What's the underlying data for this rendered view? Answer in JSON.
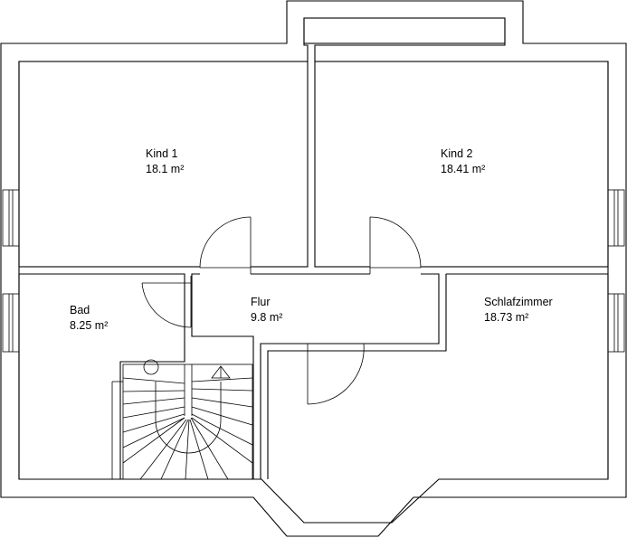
{
  "rooms": {
    "kind1": {
      "name": "Kind 1",
      "area": "18.1 m²"
    },
    "kind2": {
      "name": "Kind 2",
      "area": "18.41 m²"
    },
    "bad": {
      "name": "Bad",
      "area": "8.25 m²"
    },
    "flur": {
      "name": "Flur",
      "area": "9.8 m²"
    },
    "schlafzimmer": {
      "name": "Schlafzimmer",
      "area": "18.73 m²"
    }
  }
}
